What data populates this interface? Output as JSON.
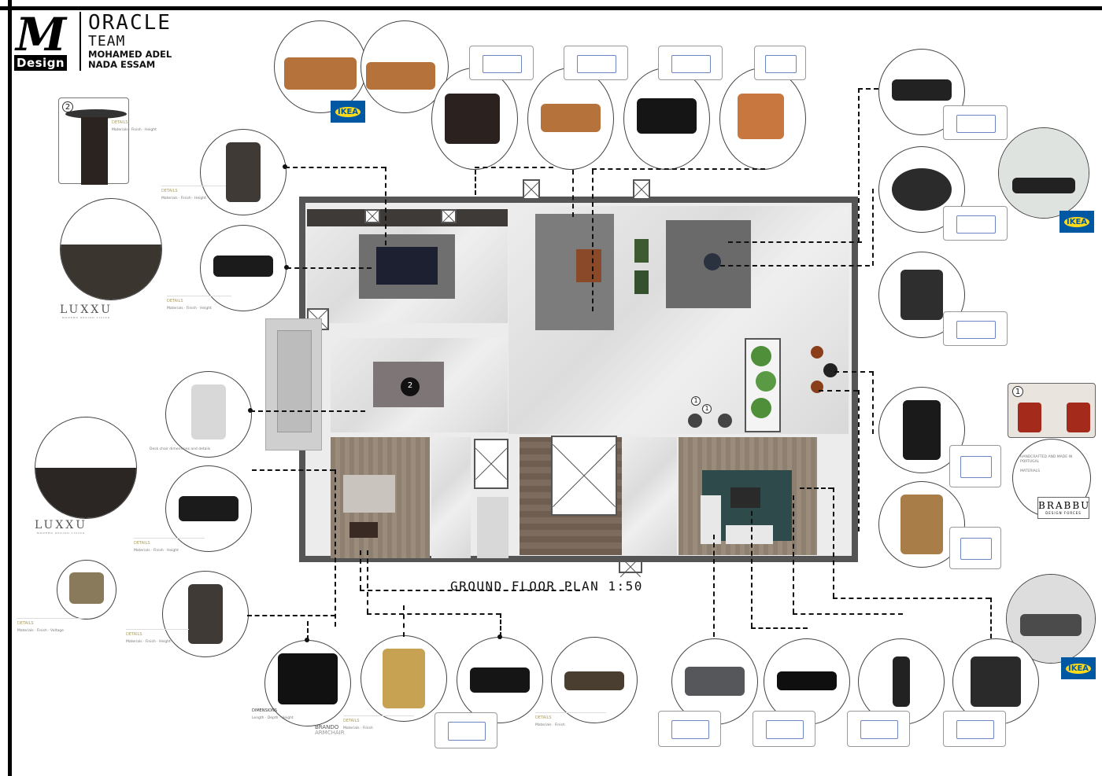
{
  "header": {
    "logo_mark": "M",
    "logo_text": "Design",
    "team_label": "ORACLE",
    "team_sub": "TEAM",
    "members": [
      "MOHAMED ADEL",
      "NADA ESSAM"
    ]
  },
  "plan": {
    "title": "GROUND FLOOR PLAN  1:50",
    "markers": [
      "2",
      "1",
      "1"
    ]
  },
  "brands": {
    "luxxu": "LUXXU",
    "luxxu_tag": "MODERN DESIGN LIVING",
    "ikea": "IKEA",
    "brabbu": "BRABBU",
    "brabbu_tag": "DESIGN FORCES",
    "brando": "BRANDO",
    "brando_sub": "ARMCHAIR"
  },
  "callouts": {
    "left_marker": "2",
    "right_marker": "1",
    "details_label": "DETAILS",
    "dimensions_label": "DIMENSIONS",
    "materials_label": "MATERIALS",
    "brabbu_text": "HANDCRAFTED AND MADE IN PORTUGAL"
  },
  "colors": {
    "frame": "#000000",
    "wall": "#555555",
    "marble": "#e6e6e6",
    "wood": "#948572",
    "ikea_blue": "#0058a3",
    "ikea_yellow": "#ffda1a",
    "leather_tan": "#b5723a",
    "rug_teal": "#2f4a4a"
  }
}
